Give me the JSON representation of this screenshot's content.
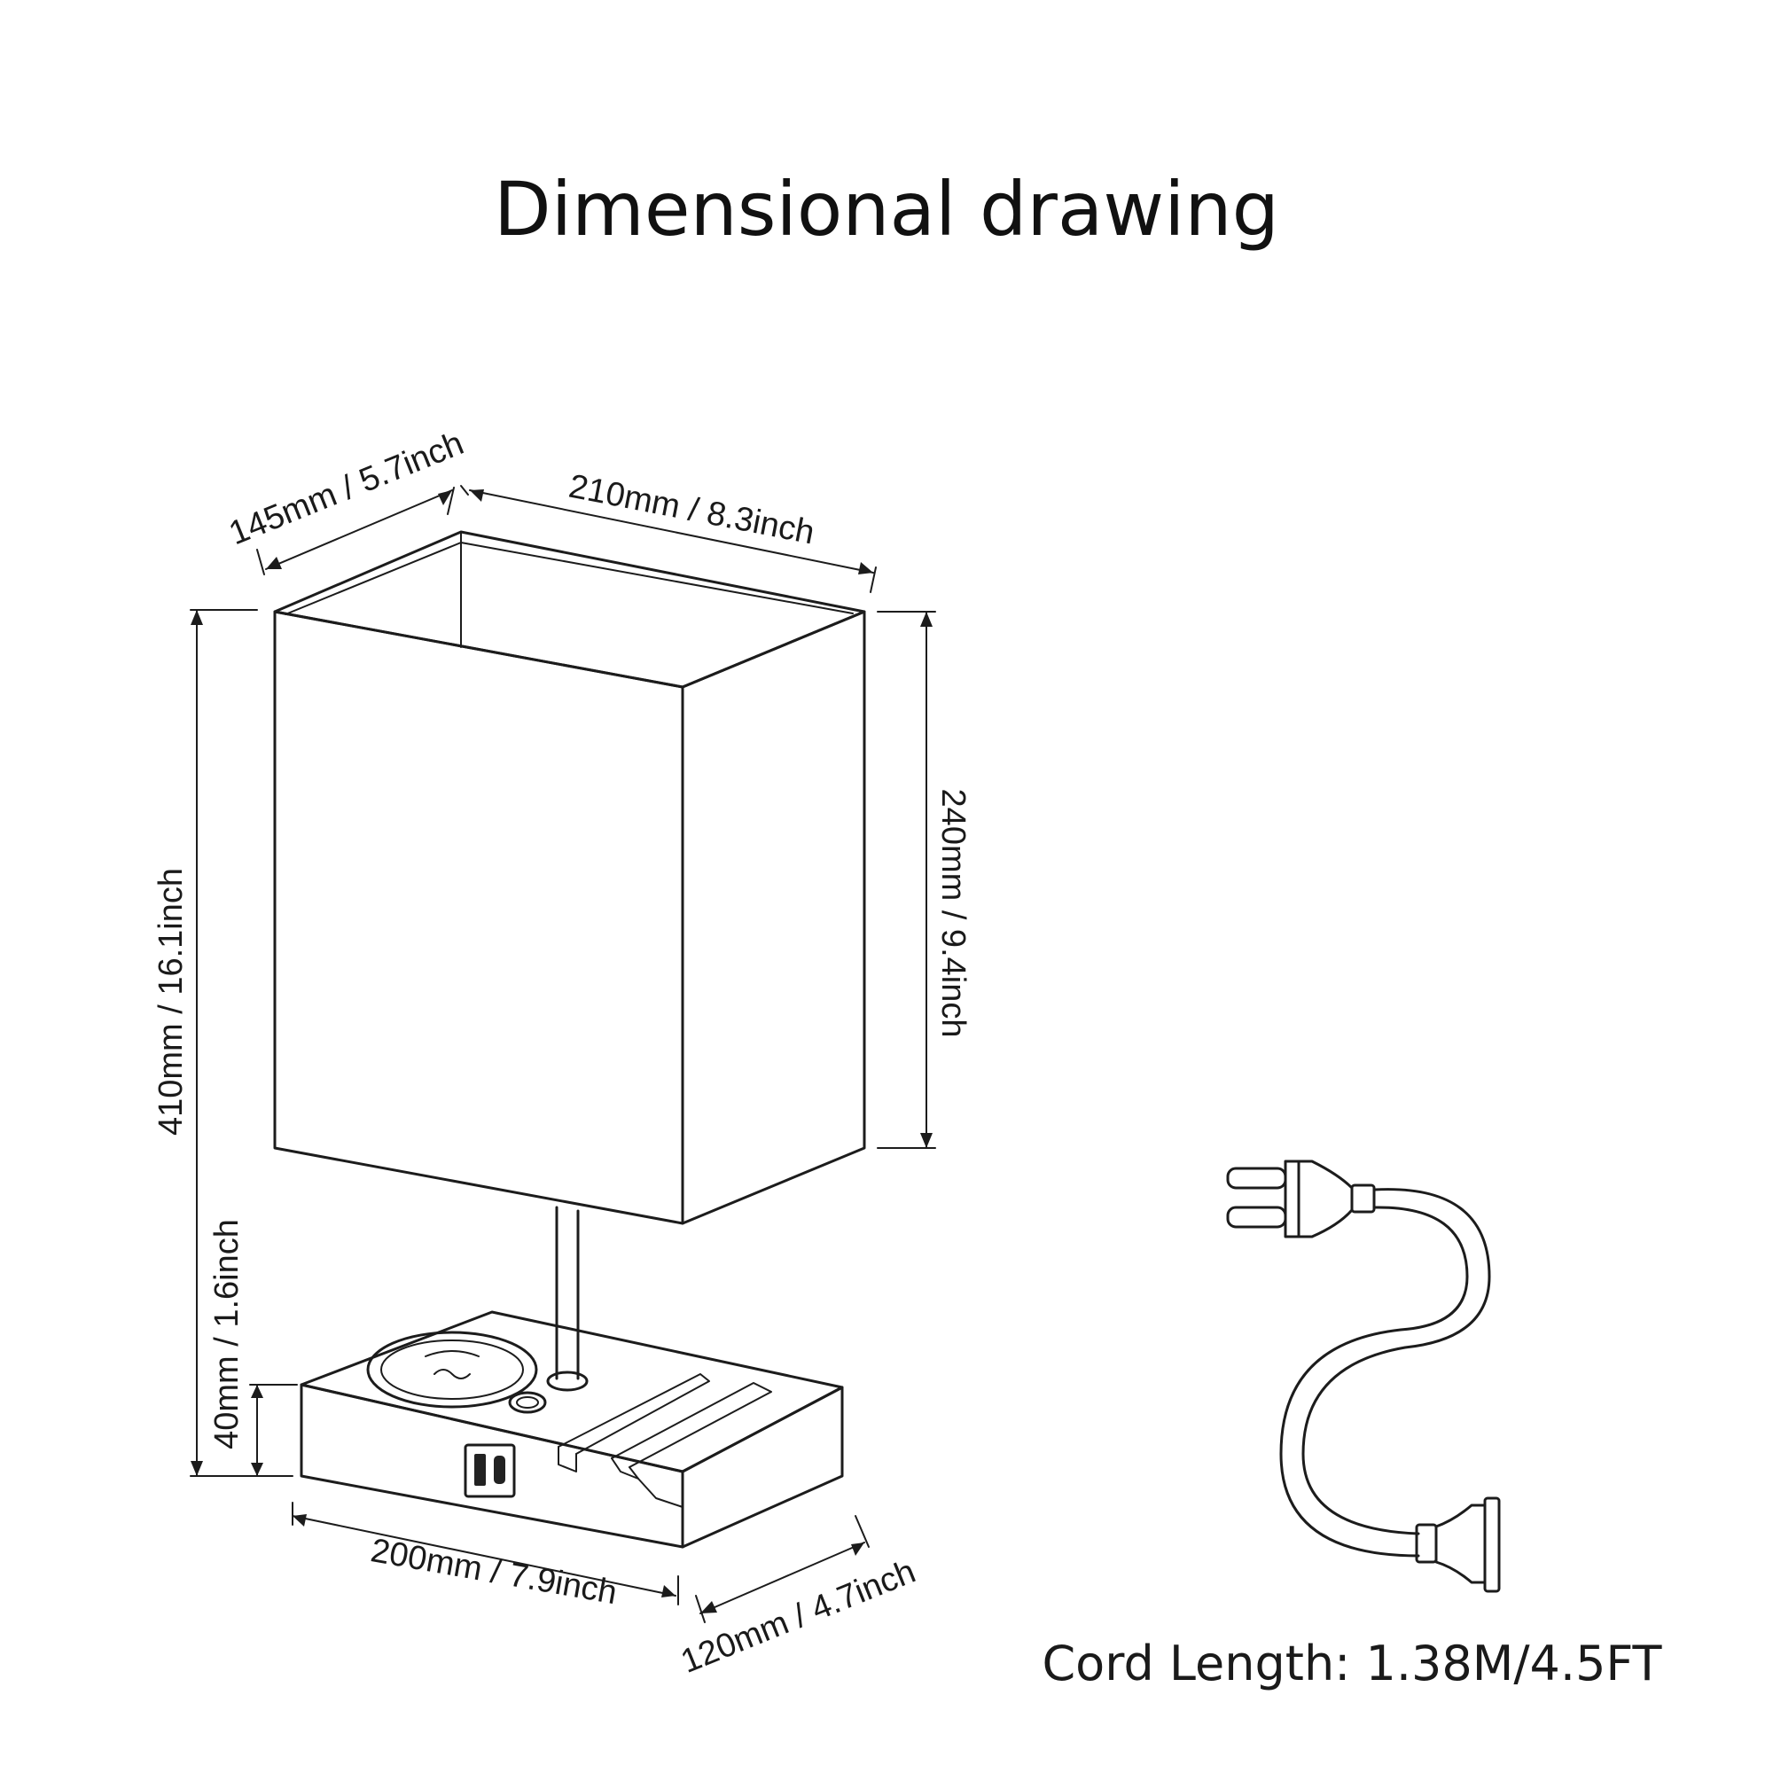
{
  "title": "Dimensional drawing",
  "dimensions": {
    "depth_top": "145mm / 5.7inch",
    "width_top": "210mm / 8.3inch",
    "total_height": "410mm / 16.1inch",
    "shade_height": "240mm / 9.4inch",
    "base_height": "40mm / 1.6inch",
    "base_width": "200mm / 7.9inch",
    "base_depth": "120mm / 4.7inch"
  },
  "cord": {
    "label": "Cord Length: 1.38M/4.5FT"
  },
  "icons": [
    "lamp-drawing",
    "plug-cord-icon",
    "wireless-charger-icon",
    "usb-port-icon",
    "touch-button-icon"
  ],
  "colors": {
    "line": "#1c1c1c",
    "background": "#ffffff"
  }
}
